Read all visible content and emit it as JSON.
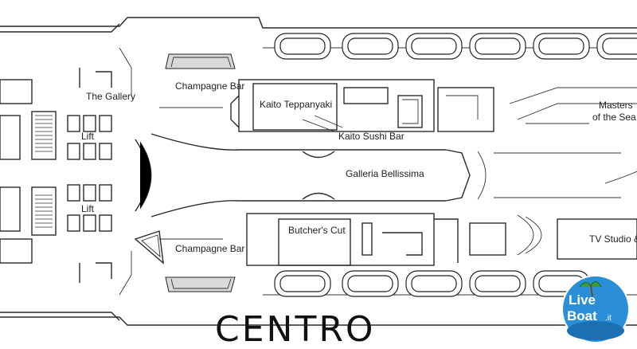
{
  "labels": {
    "the_gallery": "The Gallery",
    "champagne_bar_top": "Champagne Bar",
    "champagne_bar_bottom": "Champagne Bar",
    "kaito_teppanyaki": "Kaito Teppanyaki",
    "kaito_sushi_bar": "Kaito Sushi Bar",
    "masters_line1": "Masters",
    "masters_line2": "of the Sea",
    "lift_top": "Lift",
    "lift_bottom": "Lift",
    "galleria_bellissima": "Galleria Bellissima",
    "butchers_cut": "Butcher's Cut",
    "tv_studio": "TV Studio &"
  },
  "title": "CENTRO",
  "logo": {
    "word1": "Live",
    "word2": "Boat",
    "suffix": ".it"
  }
}
